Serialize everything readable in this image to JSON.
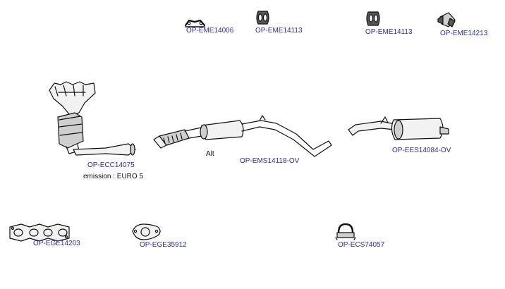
{
  "colors": {
    "link": "#2b2bb5",
    "outline": "#111111",
    "fill_light": "#f2f2f2",
    "fill_mid": "#cfcfcf",
    "fill_dark": "#555555"
  },
  "parts": [
    {
      "id": "hanger-1",
      "code": "OP-EME14006",
      "icon": "rubber-hanger-icon"
    },
    {
      "id": "hanger-2",
      "code": "OP-EME14113",
      "icon": "rubber-ring-hanger-icon"
    },
    {
      "id": "hanger-3",
      "code": "OP-EME14113",
      "icon": "rubber-ring-hanger-icon"
    },
    {
      "id": "hanger-4",
      "code": "OP-EME14213",
      "icon": "rubber-block-hanger-icon"
    },
    {
      "id": "catalyst",
      "code": "OP-ECC14075",
      "icon": "catalytic-converter-icon"
    },
    {
      "id": "middle-silencer",
      "code": "OP-EMS14118-OV",
      "icon": "middle-silencer-icon"
    },
    {
      "id": "rear-silencer",
      "code": "OP-EES14084-OV",
      "icon": "rear-silencer-icon"
    },
    {
      "id": "manifold-gasket",
      "code": "OP-EGE14203",
      "icon": "manifold-gasket-icon"
    },
    {
      "id": "flange-gasket",
      "code": "OP-EGE35912",
      "icon": "flange-gasket-icon"
    },
    {
      "id": "clamp",
      "code": "OP-ECS74057",
      "icon": "u-clamp-icon"
    }
  ],
  "notes": {
    "alt": "Alt",
    "emission": "emission : EURO 5"
  }
}
